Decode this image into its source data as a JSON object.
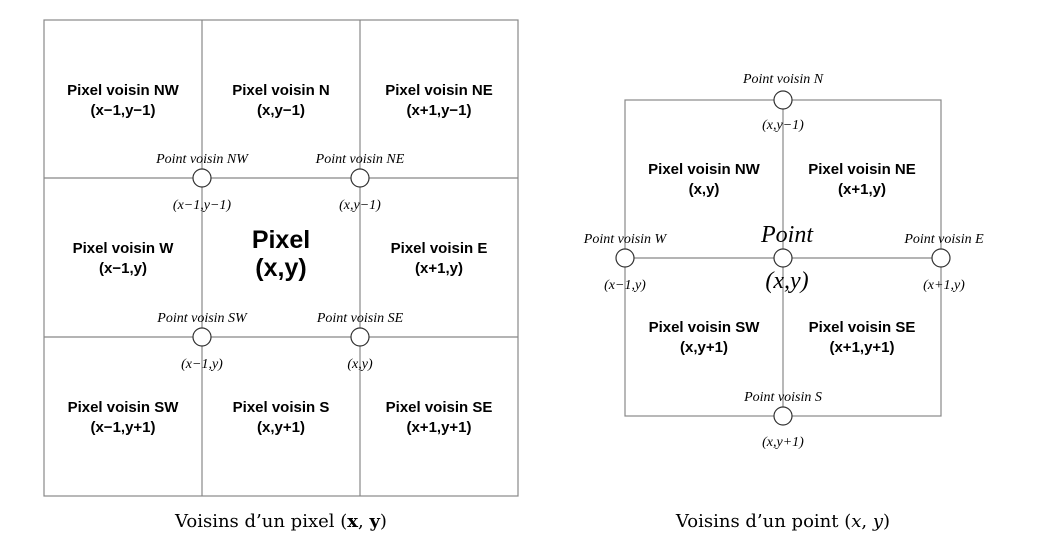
{
  "left_diagram": {
    "cells": {
      "nw": [
        "Pixel voisin NW",
        "(x−1,y−1)"
      ],
      "n": [
        "Pixel voisin N",
        "(x,y−1)"
      ],
      "ne": [
        "Pixel voisin NE",
        "(x+1,y−1)"
      ],
      "w": [
        "Pixel voisin W",
        "(x−1,y)"
      ],
      "c": [
        "Pixel",
        "(x,y)"
      ],
      "e": [
        "Pixel voisin E",
        "(x+1,y)"
      ],
      "sw": [
        "Pixel voisin SW",
        "(x−1,y+1)"
      ],
      "s": [
        "Pixel voisin S",
        "(x,y+1)"
      ],
      "se": [
        "Pixel voisin SE",
        "(x+1,y+1)"
      ]
    },
    "points": {
      "nw": [
        "Point voisin NW",
        "(x−1,y−1)"
      ],
      "ne": [
        "Point voisin NE",
        "(x,y−1)"
      ],
      "sw": [
        "Point voisin SW",
        "(x−1,y)"
      ],
      "se": [
        "Point voisin SE",
        "(x,y)"
      ]
    },
    "caption": {
      "prefix": "Voisins d’un pixel ",
      "lparen": "(",
      "x": "x",
      "comma": ", ",
      "y": "y",
      "rparen": ")"
    }
  },
  "right_diagram": {
    "cells": {
      "nw": [
        "Pixel voisin NW",
        "(x,y)"
      ],
      "ne": [
        "Pixel voisin NE",
        "(x+1,y)"
      ],
      "sw": [
        "Pixel voisin SW",
        "(x,y+1)"
      ],
      "se": [
        "Pixel voisin SE",
        "(x+1,y+1)"
      ]
    },
    "points": {
      "n": [
        "Point voisin N",
        "(x,y−1)"
      ],
      "w": [
        "Point voisin W",
        "(x−1,y)"
      ],
      "c": [
        "Point",
        "(x,y)"
      ],
      "e": [
        "Point voisin E",
        "(x+1,y)"
      ],
      "s": [
        "Point voisin S",
        "(x,y+1)"
      ]
    },
    "caption": {
      "prefix": "Voisins d’un point ",
      "lparen": "(",
      "x": "x",
      "comma": ", ",
      "y": "y",
      "rparen": ")"
    }
  }
}
